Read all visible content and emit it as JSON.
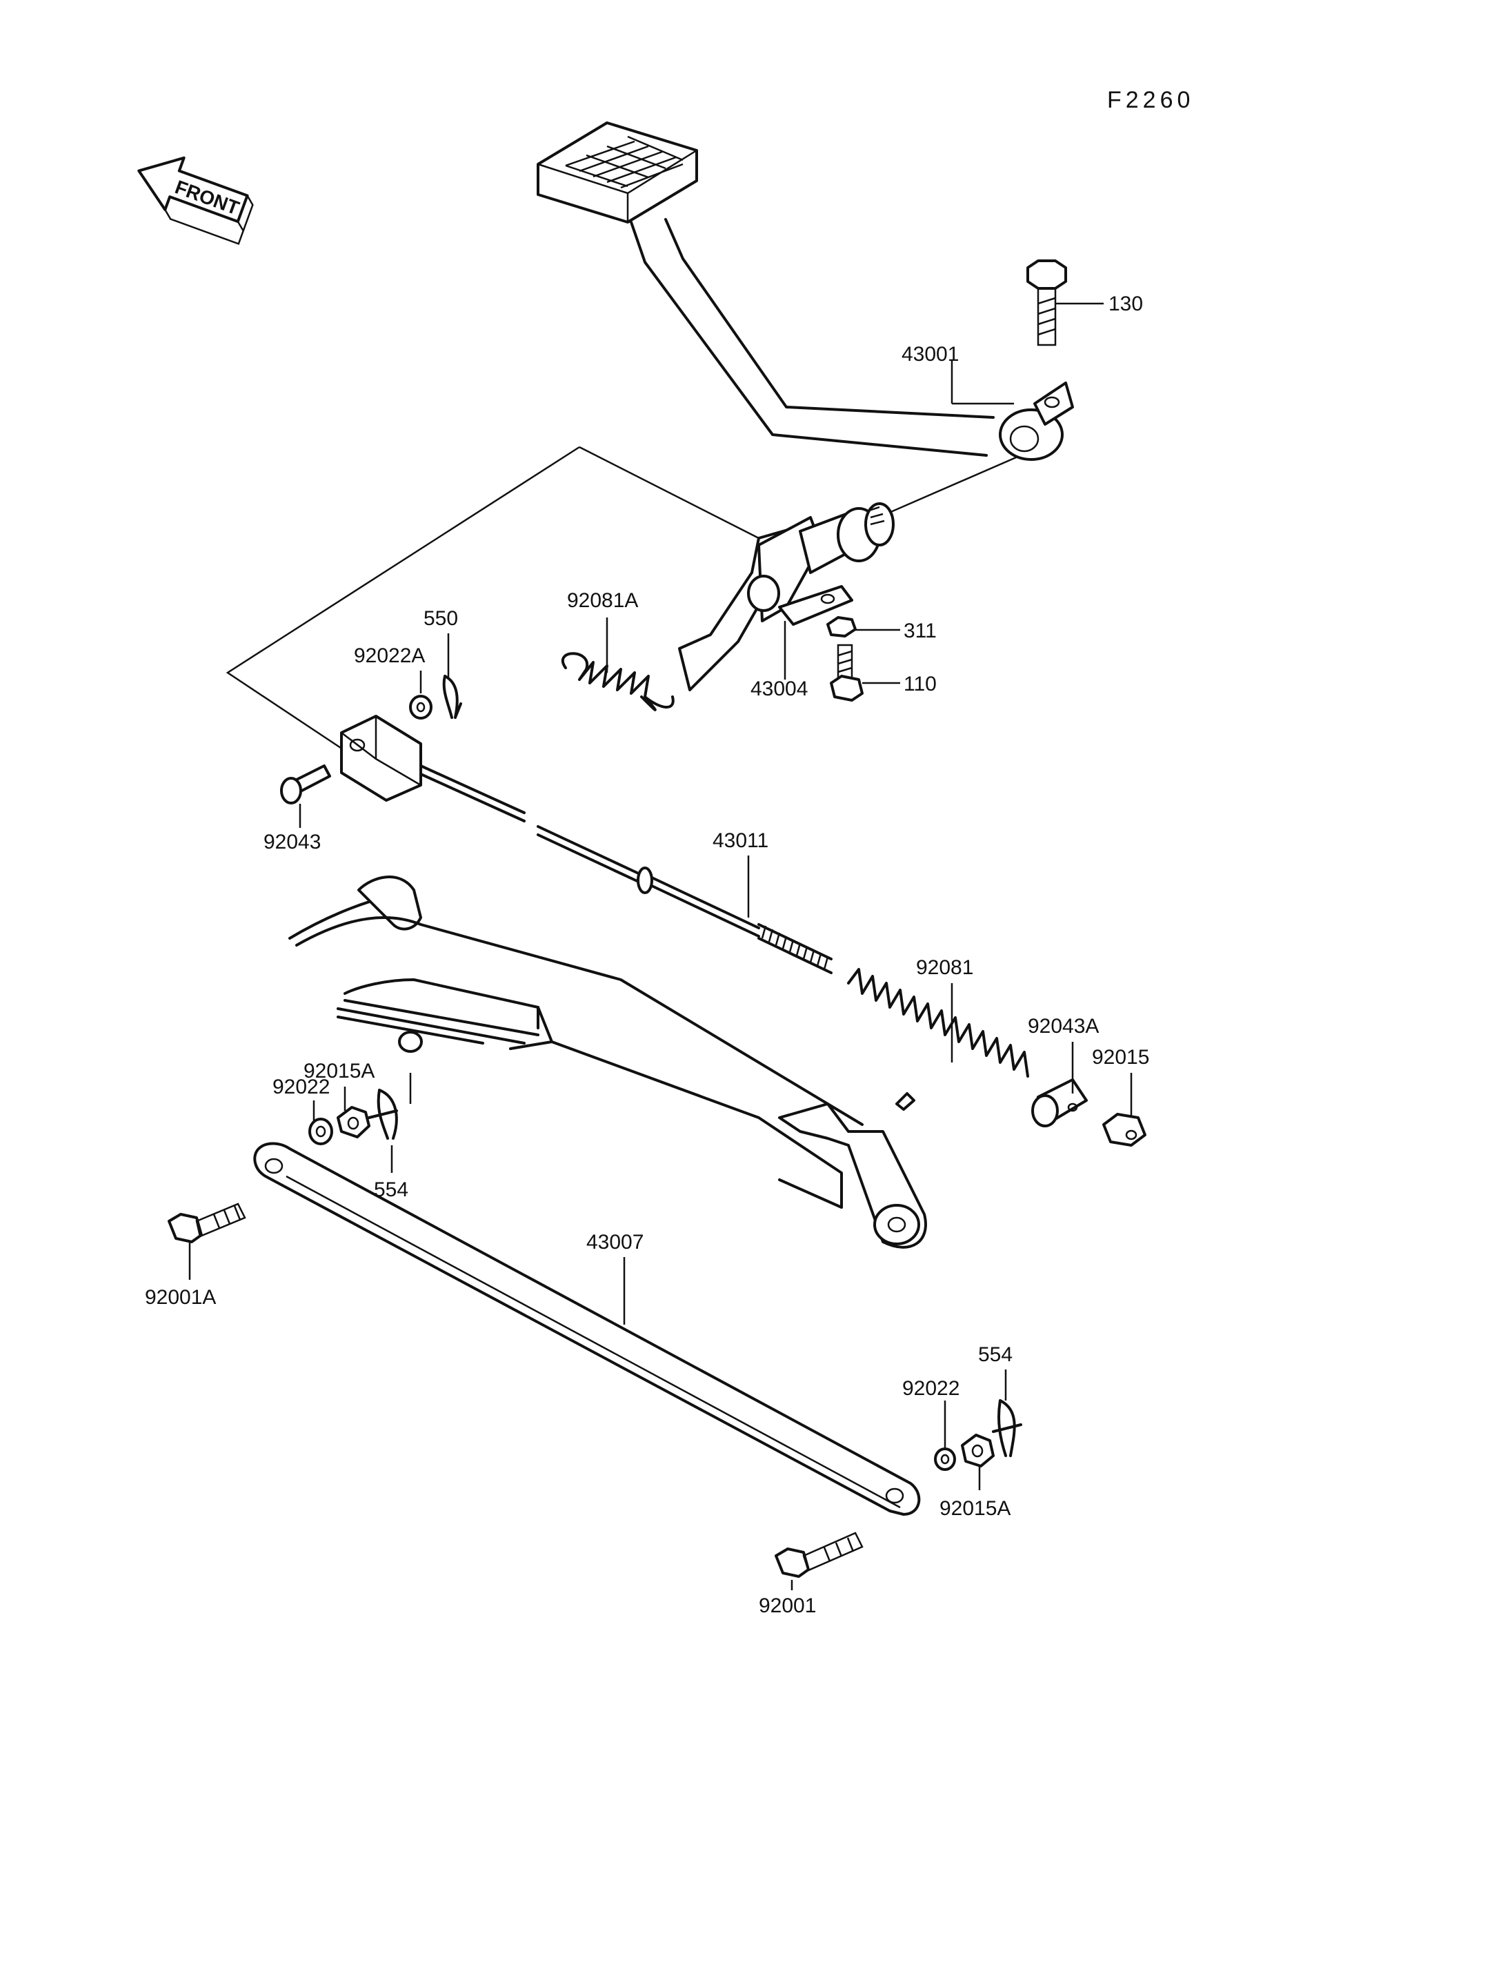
{
  "figure_code": "F2260",
  "front_label": "FRONT",
  "parts": [
    {
      "id": "p130",
      "label": "130"
    },
    {
      "id": "p43001",
      "label": "43001"
    },
    {
      "id": "p92081A",
      "label": "92081A"
    },
    {
      "id": "p550",
      "label": "550"
    },
    {
      "id": "p92022A",
      "label": "92022A"
    },
    {
      "id": "p311",
      "label": "311"
    },
    {
      "id": "p43004",
      "label": "43004"
    },
    {
      "id": "p110",
      "label": "110"
    },
    {
      "id": "p92043",
      "label": "92043"
    },
    {
      "id": "p43011",
      "label": "43011"
    },
    {
      "id": "p92081",
      "label": "92081"
    },
    {
      "id": "p92043A",
      "label": "92043A"
    },
    {
      "id": "p92015",
      "label": "92015"
    },
    {
      "id": "p92015A_upper",
      "label": "92015A"
    },
    {
      "id": "p92022_upper",
      "label": "92022"
    },
    {
      "id": "p554_upper",
      "label": "554"
    },
    {
      "id": "p43007",
      "label": "43007"
    },
    {
      "id": "p92001A",
      "label": "92001A"
    },
    {
      "id": "p554_lower",
      "label": "554"
    },
    {
      "id": "p92022_lower",
      "label": "92022"
    },
    {
      "id": "p92015A_lower",
      "label": "92015A"
    },
    {
      "id": "p92001",
      "label": "92001"
    }
  ]
}
